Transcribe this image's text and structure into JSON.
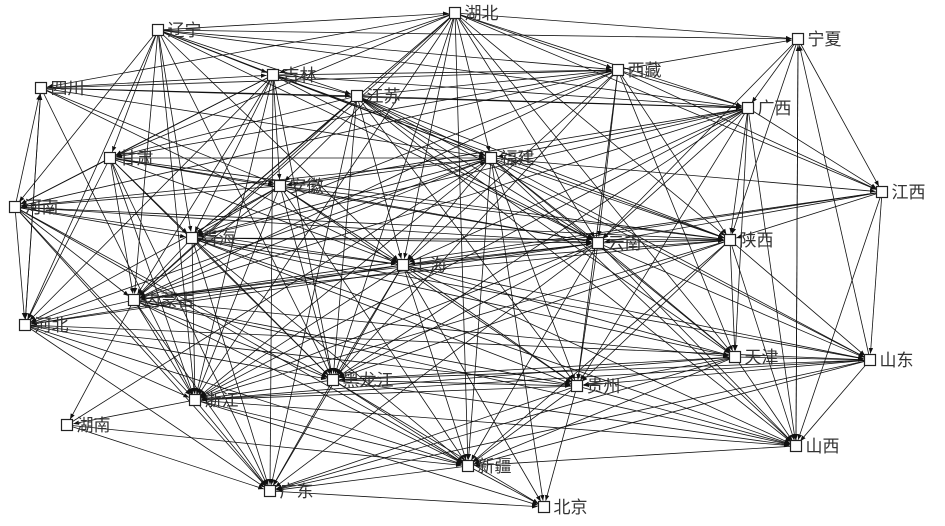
{
  "nodes": [
    {
      "id": "liaoning",
      "label": "辽宁"
    },
    {
      "id": "hubei",
      "label": "湖北"
    },
    {
      "id": "ningxia",
      "label": "宁夏"
    },
    {
      "id": "sichuan",
      "label": "四川"
    },
    {
      "id": "jilin",
      "label": "吉林"
    },
    {
      "id": "xizang",
      "label": "西藏"
    },
    {
      "id": "jiangsu",
      "label": "江苏"
    },
    {
      "id": "guangxi",
      "label": "广西"
    },
    {
      "id": "gansu",
      "label": "甘肃"
    },
    {
      "id": "fujian",
      "label": "福建"
    },
    {
      "id": "anhui",
      "label": "安徽"
    },
    {
      "id": "jiangxi",
      "label": "江西"
    },
    {
      "id": "henan",
      "label": "河南"
    },
    {
      "id": "qinghai",
      "label": "青海"
    },
    {
      "id": "yunnan",
      "label": "云南"
    },
    {
      "id": "shaanxi",
      "label": "陕西"
    },
    {
      "id": "shanghai",
      "label": "上海"
    },
    {
      "id": "neimenggu",
      "label": "内蒙古"
    },
    {
      "id": "hebei",
      "label": "河北"
    },
    {
      "id": "tianjin",
      "label": "天津"
    },
    {
      "id": "shandong",
      "label": "山东"
    },
    {
      "id": "heilongjiang",
      "label": "黑龙江"
    },
    {
      "id": "guizhou",
      "label": "贵州"
    },
    {
      "id": "zhejiang",
      "label": "浙江"
    },
    {
      "id": "hunan",
      "label": "湖南"
    },
    {
      "id": "shanxi",
      "label": "山西"
    },
    {
      "id": "xinjiang",
      "label": "新疆"
    },
    {
      "id": "guangdong",
      "label": "广东"
    },
    {
      "id": "beijing",
      "label": "北京"
    }
  ],
  "edges": [
    [
      "liaoning",
      "hubei"
    ],
    [
      "liaoning",
      "jilin"
    ],
    [
      "liaoning",
      "jiangsu"
    ],
    [
      "liaoning",
      "fujian"
    ],
    [
      "liaoning",
      "xizang"
    ],
    [
      "liaoning",
      "gansu"
    ],
    [
      "liaoning",
      "qinghai"
    ],
    [
      "liaoning",
      "neimenggu"
    ],
    [
      "liaoning",
      "zhejiang"
    ],
    [
      "liaoning",
      "heilongjiang"
    ],
    [
      "liaoning",
      "shanghai"
    ],
    [
      "liaoning",
      "yunnan"
    ],
    [
      "liaoning",
      "guangxi"
    ],
    [
      "liaoning",
      "hebei"
    ],
    [
      "liaoning",
      "henan"
    ],
    [
      "liaoning",
      "ningxia"
    ],
    [
      "hubei",
      "ningxia"
    ],
    [
      "hubei",
      "xizang"
    ],
    [
      "hubei",
      "guangxi"
    ],
    [
      "hubei",
      "jilin"
    ],
    [
      "hubei",
      "gansu"
    ],
    [
      "hubei",
      "anhui"
    ],
    [
      "hubei",
      "qinghai"
    ],
    [
      "hubei",
      "neimenggu"
    ],
    [
      "hubei",
      "zhejiang"
    ],
    [
      "hubei",
      "shanghai"
    ],
    [
      "hubei",
      "yunnan"
    ],
    [
      "hubei",
      "shaanxi"
    ],
    [
      "hubei",
      "tianjin"
    ],
    [
      "hubei",
      "heilongjiang"
    ],
    [
      "hubei",
      "fujian"
    ],
    [
      "hubei",
      "sichuan"
    ],
    [
      "hubei",
      "jiangxi"
    ],
    [
      "hubei",
      "xinjiang"
    ],
    [
      "sichuan",
      "jilin"
    ],
    [
      "sichuan",
      "fujian"
    ],
    [
      "sichuan",
      "jiangsu"
    ],
    [
      "sichuan",
      "xizang"
    ],
    [
      "sichuan",
      "shanghai"
    ],
    [
      "sichuan",
      "zhejiang"
    ],
    [
      "sichuan",
      "guangxi"
    ],
    [
      "sichuan",
      "hebei"
    ],
    [
      "sichuan",
      "anhui"
    ],
    [
      "jilin",
      "jiangsu"
    ],
    [
      "jilin",
      "fujian"
    ],
    [
      "jilin",
      "xizang"
    ],
    [
      "jilin",
      "guangxi"
    ],
    [
      "jilin",
      "gansu"
    ],
    [
      "jilin",
      "neimenggu"
    ],
    [
      "jilin",
      "zhejiang"
    ],
    [
      "jilin",
      "heilongjiang"
    ],
    [
      "jilin",
      "guangdong"
    ],
    [
      "jilin",
      "yunnan"
    ],
    [
      "jilin",
      "henan"
    ],
    [
      "jilin",
      "hebei"
    ],
    [
      "jilin",
      "shaanxi"
    ],
    [
      "jilin",
      "qinghai"
    ],
    [
      "jilin",
      "anhui"
    ],
    [
      "jiangsu",
      "fujian"
    ],
    [
      "jiangsu",
      "xizang"
    ],
    [
      "jiangsu",
      "guangxi"
    ],
    [
      "jiangsu",
      "yunnan"
    ],
    [
      "jiangsu",
      "shaanxi"
    ],
    [
      "jiangsu",
      "shanghai"
    ],
    [
      "jiangsu",
      "guizhou"
    ],
    [
      "jiangsu",
      "heilongjiang"
    ],
    [
      "jiangsu",
      "guangdong"
    ],
    [
      "jiangsu",
      "neimenggu"
    ],
    [
      "jiangsu",
      "gansu"
    ],
    [
      "jiangsu",
      "qinghai"
    ],
    [
      "jiangsu",
      "tianjin"
    ],
    [
      "jiangsu",
      "shanxi"
    ],
    [
      "jiangsu",
      "shandong"
    ],
    [
      "xizang",
      "guangxi"
    ],
    [
      "xizang",
      "ningxia"
    ],
    [
      "xizang",
      "gansu"
    ],
    [
      "xizang",
      "qinghai"
    ],
    [
      "xizang",
      "shanghai"
    ],
    [
      "xizang",
      "yunnan"
    ],
    [
      "xizang",
      "neimenggu"
    ],
    [
      "xizang",
      "henan"
    ],
    [
      "xizang",
      "heilongjiang"
    ],
    [
      "xizang",
      "guizhou"
    ],
    [
      "xizang",
      "shaanxi"
    ],
    [
      "xizang",
      "tianjin"
    ],
    [
      "xizang",
      "jiangxi"
    ],
    [
      "ningxia",
      "guangxi"
    ],
    [
      "ningxia",
      "jiangxi"
    ],
    [
      "ningxia",
      "shaanxi"
    ],
    [
      "ningxia",
      "shanxi"
    ],
    [
      "ningxia",
      "yunnan"
    ],
    [
      "guangxi",
      "jiangxi"
    ],
    [
      "guangxi",
      "shaanxi"
    ],
    [
      "guangxi",
      "tianjin"
    ],
    [
      "guangxi",
      "shanxi"
    ],
    [
      "guangxi",
      "yunnan"
    ],
    [
      "guangxi",
      "shanghai"
    ],
    [
      "guangxi",
      "fujian"
    ],
    [
      "guangxi",
      "anhui"
    ],
    [
      "guangxi",
      "qinghai"
    ],
    [
      "guangxi",
      "neimenggu"
    ],
    [
      "guangxi",
      "zhejiang"
    ],
    [
      "guangxi",
      "heilongjiang"
    ],
    [
      "guangxi",
      "guizhou"
    ],
    [
      "gansu",
      "anhui"
    ],
    [
      "gansu",
      "qinghai"
    ],
    [
      "gansu",
      "neimenggu"
    ],
    [
      "gansu",
      "zhejiang"
    ],
    [
      "gansu",
      "shanghai"
    ],
    [
      "gansu",
      "yunnan"
    ],
    [
      "gansu",
      "heilongjiang"
    ],
    [
      "gansu",
      "hebei"
    ],
    [
      "gansu",
      "henan"
    ],
    [
      "gansu",
      "fujian"
    ],
    [
      "gansu",
      "guangdong"
    ],
    [
      "gansu",
      "shaanxi"
    ],
    [
      "fujian",
      "anhui"
    ],
    [
      "fujian",
      "shanghai"
    ],
    [
      "fujian",
      "yunnan"
    ],
    [
      "fujian",
      "shaanxi"
    ],
    [
      "fujian",
      "jiangxi"
    ],
    [
      "fujian",
      "qinghai"
    ],
    [
      "fujian",
      "neimenggu"
    ],
    [
      "fujian",
      "zhejiang"
    ],
    [
      "fujian",
      "guizhou"
    ],
    [
      "fujian",
      "tianjin"
    ],
    [
      "fujian",
      "shandong"
    ],
    [
      "fujian",
      "shanxi"
    ],
    [
      "fujian",
      "beijing"
    ],
    [
      "fujian",
      "xinjiang"
    ],
    [
      "fujian",
      "henan"
    ],
    [
      "fujian",
      "hebei"
    ],
    [
      "anhui",
      "qinghai"
    ],
    [
      "anhui",
      "shanghai"
    ],
    [
      "anhui",
      "yunnan"
    ],
    [
      "anhui",
      "neimenggu"
    ],
    [
      "anhui",
      "zhejiang"
    ],
    [
      "anhui",
      "heilongjiang"
    ],
    [
      "anhui",
      "henan"
    ],
    [
      "anhui",
      "hebei"
    ],
    [
      "anhui",
      "shaanxi"
    ],
    [
      "anhui",
      "guizhou"
    ],
    [
      "anhui",
      "xinjiang"
    ],
    [
      "jiangxi",
      "shaanxi"
    ],
    [
      "jiangxi",
      "shandong"
    ],
    [
      "jiangxi",
      "shanxi"
    ],
    [
      "jiangxi",
      "yunnan"
    ],
    [
      "jiangxi",
      "neimenggu"
    ],
    [
      "jiangxi",
      "shanghai"
    ],
    [
      "henan",
      "qinghai"
    ],
    [
      "henan",
      "shanghai"
    ],
    [
      "henan",
      "yunnan"
    ],
    [
      "henan",
      "neimenggu"
    ],
    [
      "henan",
      "zhejiang"
    ],
    [
      "henan",
      "hebei"
    ],
    [
      "henan",
      "sichuan"
    ],
    [
      "henan",
      "heilongjiang"
    ],
    [
      "henan",
      "xinjiang"
    ],
    [
      "henan",
      "guangdong"
    ],
    [
      "henan",
      "shaanxi"
    ],
    [
      "qinghai",
      "shanghai"
    ],
    [
      "qinghai",
      "yunnan"
    ],
    [
      "qinghai",
      "shaanxi"
    ],
    [
      "qinghai",
      "neimenggu"
    ],
    [
      "qinghai",
      "zhejiang"
    ],
    [
      "qinghai",
      "heilongjiang"
    ],
    [
      "qinghai",
      "guizhou"
    ],
    [
      "qinghai",
      "tianjin"
    ],
    [
      "qinghai",
      "shandong"
    ],
    [
      "qinghai",
      "xinjiang"
    ],
    [
      "qinghai",
      "guangdong"
    ],
    [
      "qinghai",
      "shanxi"
    ],
    [
      "shanghai",
      "yunnan"
    ],
    [
      "shanghai",
      "shaanxi"
    ],
    [
      "shanghai",
      "neimenggu"
    ],
    [
      "shanghai",
      "zhejiang"
    ],
    [
      "shanghai",
      "heilongjiang"
    ],
    [
      "shanghai",
      "guizhou"
    ],
    [
      "shanghai",
      "tianjin"
    ],
    [
      "shanghai",
      "shandong"
    ],
    [
      "shanghai",
      "shanxi"
    ],
    [
      "shanghai",
      "xinjiang"
    ],
    [
      "shanghai",
      "guangdong"
    ],
    [
      "shanghai",
      "beijing"
    ],
    [
      "shanghai",
      "hebei"
    ],
    [
      "yunnan",
      "shaanxi"
    ],
    [
      "yunnan",
      "neimenggu"
    ],
    [
      "yunnan",
      "tianjin"
    ],
    [
      "yunnan",
      "guizhou"
    ],
    [
      "yunnan",
      "shandong"
    ],
    [
      "yunnan",
      "shanxi"
    ],
    [
      "yunnan",
      "xinjiang"
    ],
    [
      "yunnan",
      "zhejiang"
    ],
    [
      "yunnan",
      "heilongjiang"
    ],
    [
      "yunnan",
      "hebei"
    ],
    [
      "yunnan",
      "guangdong"
    ],
    [
      "shaanxi",
      "tianjin"
    ],
    [
      "shaanxi",
      "shandong"
    ],
    [
      "shaanxi",
      "shanxi"
    ],
    [
      "shaanxi",
      "neimenggu"
    ],
    [
      "shaanxi",
      "guizhou"
    ],
    [
      "shaanxi",
      "xinjiang"
    ],
    [
      "shaanxi",
      "zhejiang"
    ],
    [
      "shaanxi",
      "heilongjiang"
    ],
    [
      "neimenggu",
      "zhejiang"
    ],
    [
      "neimenggu",
      "heilongjiang"
    ],
    [
      "neimenggu",
      "guizhou"
    ],
    [
      "neimenggu",
      "tianjin"
    ],
    [
      "neimenggu",
      "hebei"
    ],
    [
      "neimenggu",
      "guangdong"
    ],
    [
      "neimenggu",
      "xinjiang"
    ],
    [
      "neimenggu",
      "shanxi"
    ],
    [
      "neimenggu",
      "hunan"
    ],
    [
      "hebei",
      "zhejiang"
    ],
    [
      "hebei",
      "heilongjiang"
    ],
    [
      "hebei",
      "guangdong"
    ],
    [
      "hebei",
      "xinjiang"
    ],
    [
      "hebei",
      "shandong"
    ],
    [
      "hebei",
      "guizhou"
    ],
    [
      "hebei",
      "sichuan"
    ],
    [
      "tianjin",
      "guizhou"
    ],
    [
      "tianjin",
      "shandong"
    ],
    [
      "tianjin",
      "shanxi"
    ],
    [
      "tianjin",
      "xinjiang"
    ],
    [
      "tianjin",
      "heilongjiang"
    ],
    [
      "tianjin",
      "zhejiang"
    ],
    [
      "tianjin",
      "guangdong"
    ],
    [
      "shandong",
      "shanxi"
    ],
    [
      "shandong",
      "guizhou"
    ],
    [
      "shandong",
      "xinjiang"
    ],
    [
      "shandong",
      "zhejiang"
    ],
    [
      "shandong",
      "heilongjiang"
    ],
    [
      "shandong",
      "guangdong"
    ],
    [
      "shandong",
      "ningxia"
    ],
    [
      "heilongjiang",
      "guizhou"
    ],
    [
      "heilongjiang",
      "zhejiang"
    ],
    [
      "heilongjiang",
      "xinjiang"
    ],
    [
      "heilongjiang",
      "guangdong"
    ],
    [
      "heilongjiang",
      "shanxi"
    ],
    [
      "heilongjiang",
      "beijing"
    ],
    [
      "guizhou",
      "zhejiang"
    ],
    [
      "guizhou",
      "xinjiang"
    ],
    [
      "guizhou",
      "shanxi"
    ],
    [
      "guizhou",
      "guangdong"
    ],
    [
      "guizhou",
      "beijing"
    ],
    [
      "zhejiang",
      "xinjiang"
    ],
    [
      "zhejiang",
      "guangdong"
    ],
    [
      "zhejiang",
      "shanxi"
    ],
    [
      "zhejiang",
      "hunan"
    ],
    [
      "zhejiang",
      "beijing"
    ],
    [
      "hunan",
      "guangdong"
    ],
    [
      "hunan",
      "xinjiang"
    ],
    [
      "hunan",
      "fujian"
    ],
    [
      "shanxi",
      "xinjiang"
    ],
    [
      "shanxi",
      "ningxia"
    ],
    [
      "xinjiang",
      "beijing"
    ],
    [
      "xinjiang",
      "guangdong"
    ],
    [
      "guangdong",
      "beijing"
    ]
  ]
}
